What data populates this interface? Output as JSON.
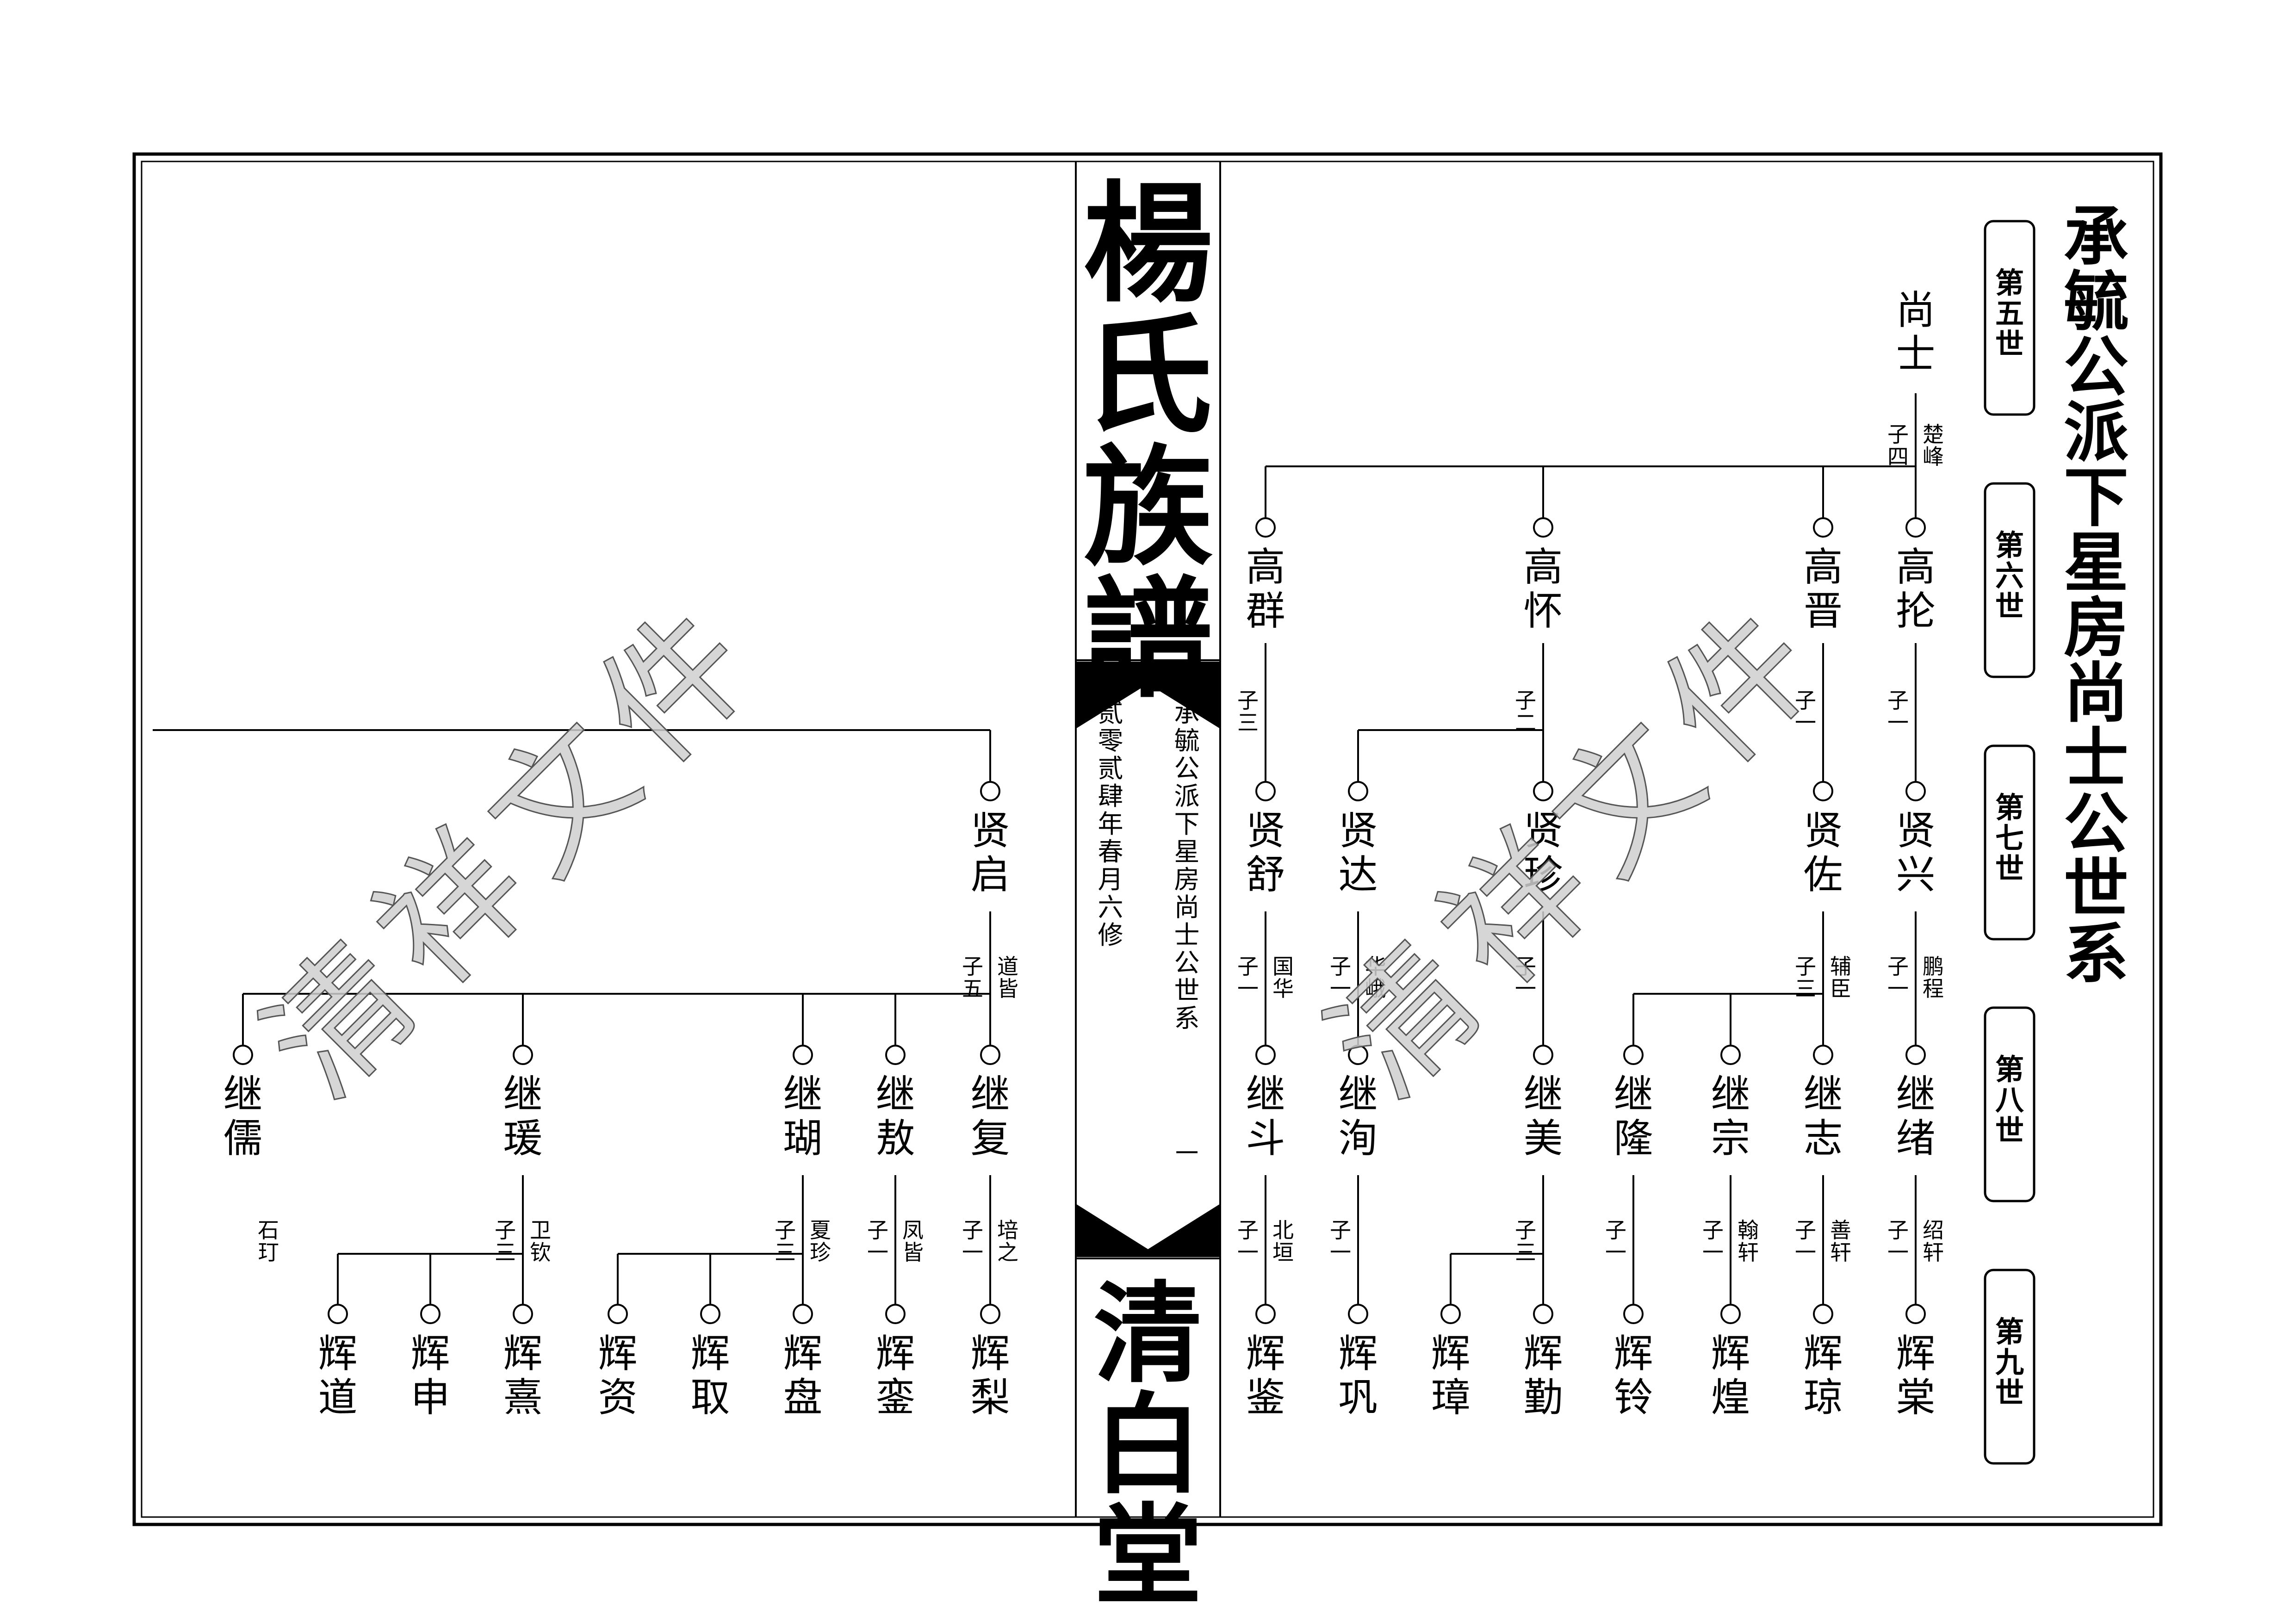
{
  "banner": {
    "title": "楊氏族譜",
    "branch_note": "承毓公派下星房尚士公世系",
    "revision_note": "贰零贰肆年春月六修",
    "page_number": "一",
    "hall_name": "清白堂"
  },
  "chart_title": "承毓公派下星房尚士公世系",
  "generation_labels": [
    "第五世",
    "第六世",
    "第七世",
    "第八世",
    "第九世"
  ],
  "watermark": "清祥文件",
  "persons": {
    "shangshi": "尚士",
    "gaolun": "高抡",
    "gaosheng": "高晋",
    "gaohuai": "高怀",
    "gaoqun": "高群",
    "xianxing": "贤兴",
    "xianzuo": "贤佐",
    "xianzhen": "贤珍",
    "xianda": "贤达",
    "xianshu": "贤舒",
    "xianqi": "贤启",
    "jixu": "继绪",
    "jizhi": "继志",
    "jizong": "继宗",
    "jilong": "继隆",
    "jimei": "继美",
    "jixun": "继洵",
    "jidou": "继斗",
    "jifu": "继复",
    "jiao": "继敖",
    "jihu": "继瑚",
    "jiyuan": "继瑗",
    "jiru": "继儒",
    "huitang": "辉棠",
    "huiqiong": "辉琼",
    "huihuang": "辉煌",
    "huiling": "辉铃",
    "huiqin": "辉勤",
    "huizhang": "辉璋",
    "huigong": "辉巩",
    "huijian": "辉鉴",
    "huili": "辉梨",
    "huiluan": "辉銮",
    "huipan": "辉盘",
    "huiqu": "辉取",
    "huizi": "辉资",
    "huixi": "辉熹",
    "huishen": "辉申",
    "huidao": "辉道"
  },
  "sons_notes": {
    "shangshi": "子四",
    "gaolun": "子一",
    "gaosheng": "子一",
    "gaohuai": "子二",
    "gaoqun": "子三",
    "xianxing": "子一",
    "xianzuo": "子三",
    "xianzhen": "子一",
    "xianda": "子一",
    "xianshu": "子一",
    "xianqi": "子五",
    "jixu": "子一",
    "jizhi": "子一",
    "jizong": "子一",
    "jilong": "子一",
    "jimei": "子三",
    "jixun": "子一",
    "jidou": "子一",
    "jifu": "子一",
    "jiao": "子一",
    "jihu": "子三",
    "jiyuan": "子三"
  },
  "courtesy": {
    "shangshi": "楚峰",
    "xianxing": "鹏程",
    "xianzuo": "辅臣",
    "xianda": "华峨",
    "xianshu": "国华",
    "xianqi": "道皆",
    "jixu": "绍轩",
    "jizhi": "善轩",
    "jizong": "翰轩",
    "jidou": "北垣",
    "jifu": "培之",
    "jiao": "凤皆",
    "jihu": "夏珍",
    "jiyuan": "卫钦",
    "jiru": "石玎"
  }
}
